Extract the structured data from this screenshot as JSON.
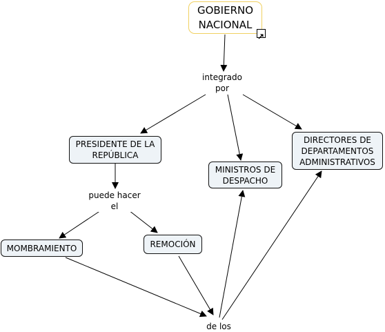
{
  "concept_map": {
    "root": "GOBIERNO\nNACIONAL",
    "nodes": {
      "presidente": "PRESIDENTE DE LA\nREPÚBLICA",
      "ministros": "MINISTROS DE\nDESPACHO",
      "directores": "DIRECTORES DE\nDEPARTAMENTOS\nADMINISTRATIVOS",
      "nombramiento": "MOMBRAMIENTO",
      "remocion": "REMOCIÓN"
    },
    "links": {
      "integrado": "integrado\npor",
      "puede": "puede hacer\nel",
      "delos": "de los"
    },
    "icons": {
      "expand": "expand-arrow-icon"
    }
  }
}
